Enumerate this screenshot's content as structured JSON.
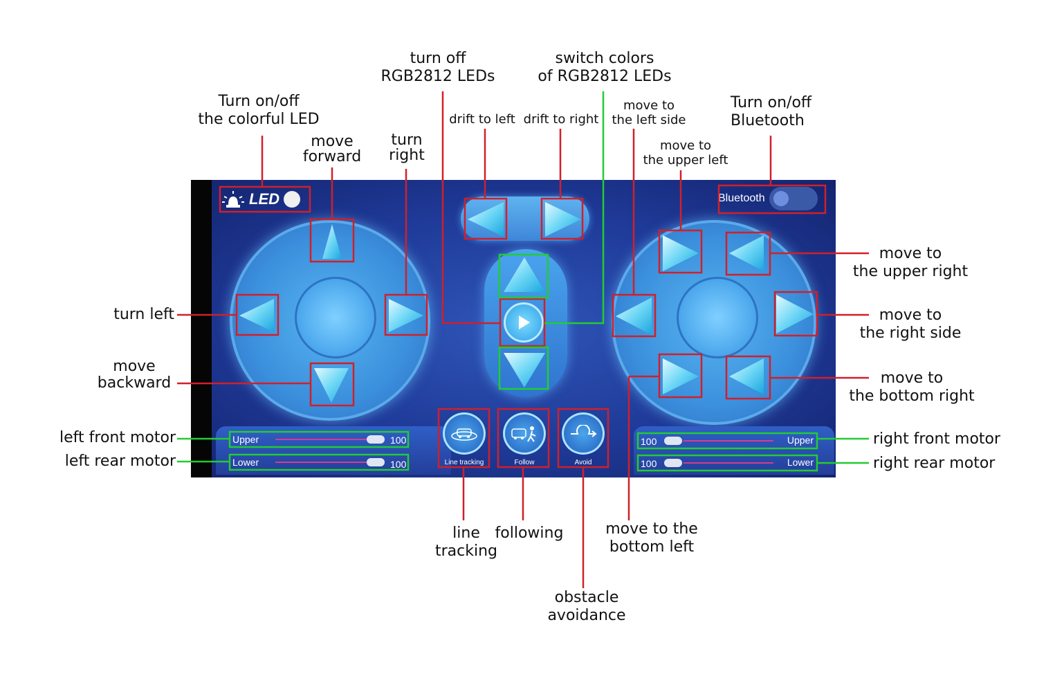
{
  "app": {
    "led_label": "LED",
    "bluetooth_label": "Bluetooth",
    "sliders": {
      "left_front": {
        "label": "Upper",
        "value": "100"
      },
      "left_rear": {
        "label": "Lower",
        "value": "100"
      },
      "right_front": {
        "label": "Upper",
        "value": "100"
      },
      "right_rear": {
        "label": "Lower",
        "value": "100"
      }
    },
    "modes": [
      {
        "label": "Line tracking"
      },
      {
        "label": "Follow"
      },
      {
        "label": "Avoid"
      }
    ]
  },
  "annotations": {
    "turn_off_rgb": {
      "l1": "turn off",
      "l2": "RGB2812 LEDs"
    },
    "switch_colors": {
      "l1": "switch colors",
      "l2": "of RGB2812 LEDs"
    },
    "led_toggle": {
      "l1": "Turn on/off",
      "l2": "the colorful LED"
    },
    "bluetooth_toggle": {
      "l1": "Turn on/off",
      "l2": "Bluetooth"
    },
    "drift_left": "drift to left",
    "drift_right": "drift to right",
    "move_left_side": {
      "l1": "move to",
      "l2": "the left side"
    },
    "move_upper_left": {
      "l1": "move to",
      "l2": "the upper left"
    },
    "move_forward": {
      "l1": "move",
      "l2": "forward"
    },
    "turn_right": {
      "l1": "turn",
      "l2": "right"
    },
    "turn_left": "turn left",
    "move_backward": {
      "l1": "move",
      "l2": "backward"
    },
    "left_front_motor": "left front motor",
    "left_rear_motor": "left rear motor",
    "move_upper_right": {
      "l1": "move to",
      "l2": "the upper right"
    },
    "move_right_side": {
      "l1": "move to",
      "l2": "the right side"
    },
    "move_bottom_right": {
      "l1": "move to",
      "l2": "the bottom right"
    },
    "right_front_motor": "right front motor",
    "right_rear_motor": "right rear motor",
    "line_tracking": {
      "l1": "line",
      "l2": "tracking"
    },
    "following": "following",
    "move_bottom_left": {
      "l1": "move to the",
      "l2": "bottom left"
    },
    "obstacle_avoidance": {
      "l1": "obstacle",
      "l2": "avoidance"
    }
  },
  "colors": {
    "function_box": "#d0202a",
    "motor_box": "#22cc33"
  }
}
